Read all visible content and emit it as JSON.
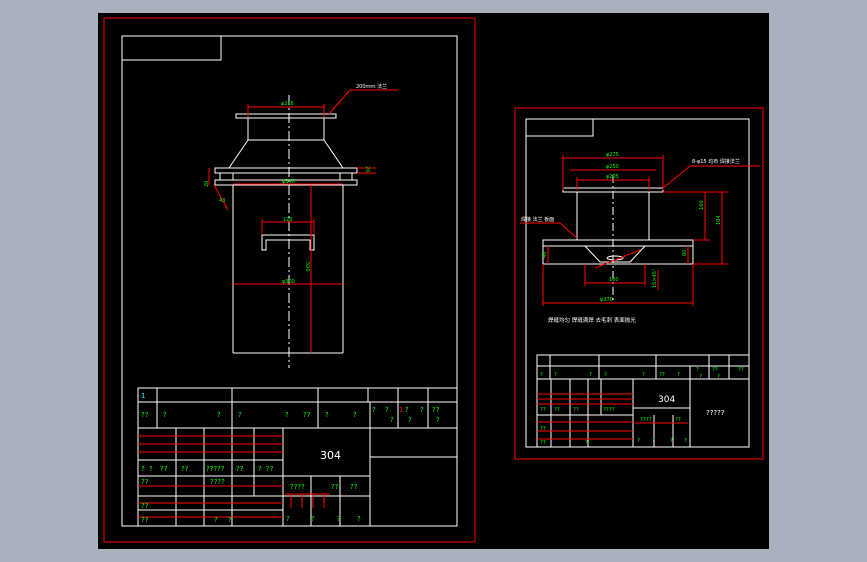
{
  "sheet_left": {
    "title": {
      "material": "304",
      "material_note": "????",
      "tag_1": "1",
      "tag_1b": "1",
      "q": "?",
      "qq": "??",
      "q4": "????",
      "q5": "?????"
    },
    "drawing": {
      "callout_top": "200ｍｍ 法兰",
      "dim_top_dia": "φ216",
      "dim_mid_dia": "φ340",
      "dim_body_dia": "φ300",
      "dim_pipe": "120",
      "dim_height": "500",
      "dim_left_a": "20",
      "dim_left_b": "43",
      "dim_right": "20"
    }
  },
  "sheet_right": {
    "title": {
      "material": "304",
      "name": "?????",
      "q": "?",
      "qq": "??",
      "q4": "????"
    },
    "drawing": {
      "dim_outer_dia": "φ275",
      "dim_pcd": "φ250",
      "dim_inner_dia": "φ205",
      "callout_holes": "8-φ15 均布 焊接法兰",
      "callout_left": "焊接 法兰 板面",
      "dim_h1": "160",
      "dim_h2": "104",
      "dim_h3": "60",
      "dim_h4": "40",
      "dim_base": "φ370",
      "dim_mid": "160",
      "dim_slope": "15×45°",
      "note": "焊缝均匀 焊缝满焊 去毛刺 表面抛光"
    }
  },
  "colors": {
    "background": "#a9b1bf",
    "canvas": "#000000",
    "frame_red": "#ff0000",
    "line_white": "#ffffff",
    "dim_green": "#00ff00",
    "text_yellow": "#ffff00",
    "text_cyan": "#00ffff"
  }
}
